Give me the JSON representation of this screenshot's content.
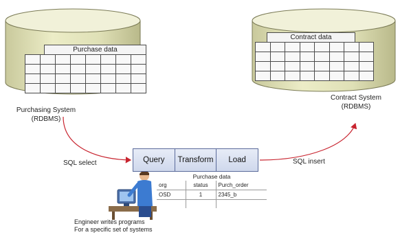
{
  "source_system": {
    "table_title": "Purchase data",
    "label_line1": "Purchasing System",
    "label_line2": "(RDBMS)"
  },
  "target_system": {
    "table_title": "Contract data",
    "label_line1": "Contract System",
    "label_line2": "(RDBMS)"
  },
  "arrows": {
    "select_label": "SQL select",
    "insert_label": "SQL insert"
  },
  "etl_steps": [
    "Query",
    "Transform",
    "Load"
  ],
  "sample_table": {
    "title": "Purchase data",
    "columns": [
      "org",
      "status",
      "Purch_order"
    ],
    "rows": [
      [
        "OSD",
        "1",
        "2345_b"
      ]
    ]
  },
  "engineer_note": {
    "line1": "Engineer writes programs",
    "line2": "For a specific set of systems"
  },
  "colors": {
    "database_fill": "#e6e6bf",
    "database_top": "#f2f2dc",
    "arrow": "#c8242f",
    "etl_fill": "#dde4f3"
  },
  "icons": [
    "database-icon",
    "engineer-at-computer-icon"
  ]
}
